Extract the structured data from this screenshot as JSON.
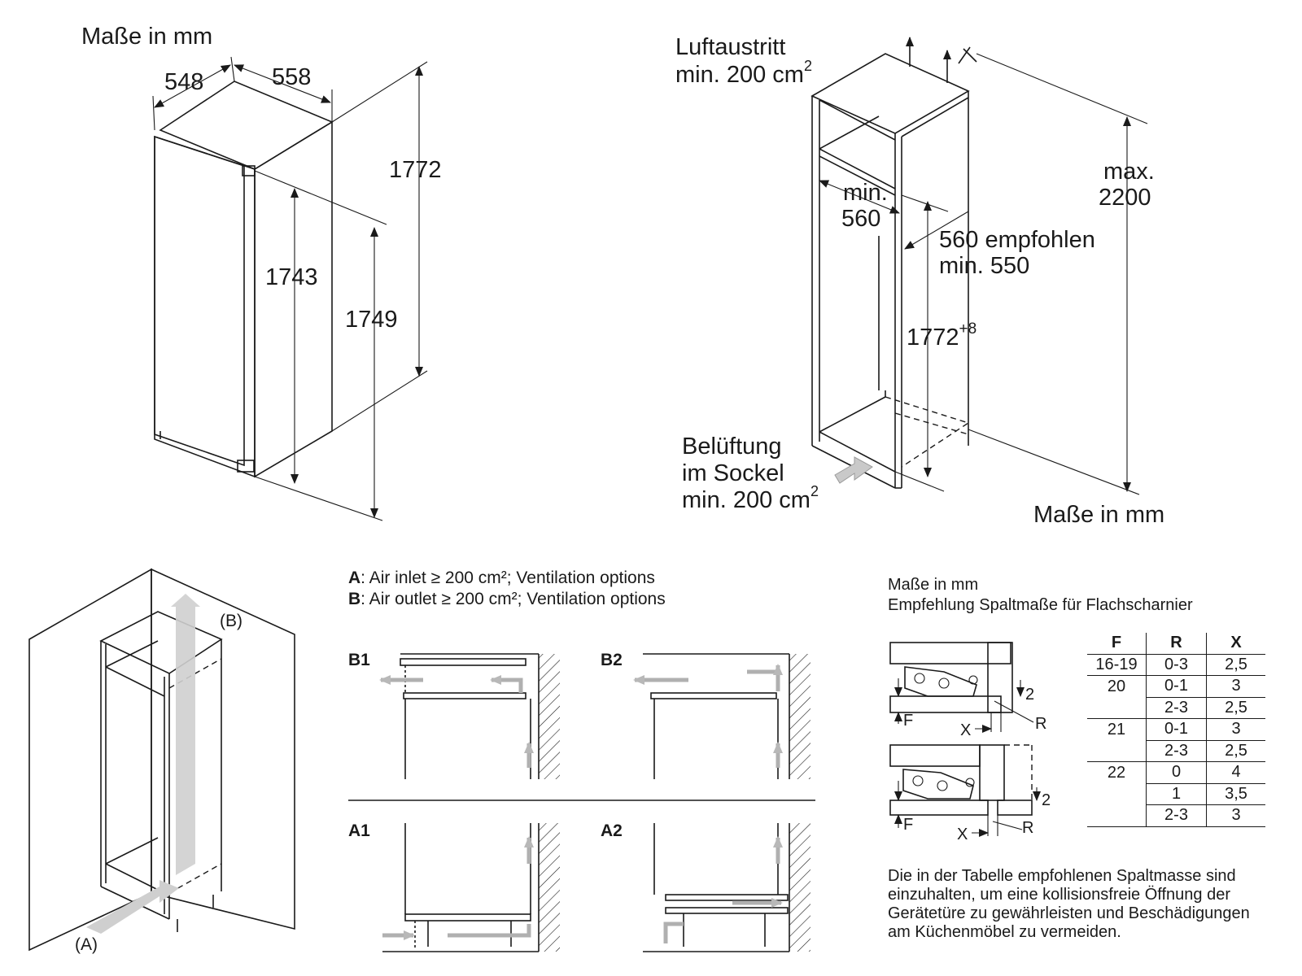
{
  "top_left": {
    "heading": "Maße in mm",
    "dims": {
      "depth": "548",
      "width": "558",
      "total_height": "1772",
      "door_height": "1743",
      "body_height": "1749"
    }
  },
  "top_right": {
    "air_out_line1": "Luftaustritt",
    "air_out_line2": "min. 200 cm",
    "air_out_sup": "2",
    "max_label": "max.",
    "max_value": "2200",
    "min_label": "min.",
    "min_value": "560",
    "rec_line1": "560 empfohlen",
    "rec_line2": "min. 550",
    "niche_height": "1772",
    "niche_tol": "+8",
    "vent_line1": "Belüftung",
    "vent_line2": "im Sockel",
    "vent_line3": "min. 200 cm",
    "vent_sup": "2",
    "footer": "Maße in mm"
  },
  "legend": {
    "a_key": "A",
    "a_text": ": Air inlet ≥ 200 cm²; Ventilation options",
    "b_key": "B",
    "b_text": ": Air outlet ≥ 200 cm²; Ventilation options"
  },
  "iso_labels": {
    "b": "(B)",
    "a": "(A)"
  },
  "panels": {
    "b1": "B1",
    "b2": "B2",
    "a1": "A1",
    "a2": "A2"
  },
  "gap_section": {
    "line1": "Maße in mm",
    "line2": "Empfehlung Spaltmaße für Flachscharnier",
    "hinge_labels": {
      "f": "F",
      "x": "X",
      "r": "R",
      "two": "2"
    },
    "table": {
      "headers": [
        "F",
        "R",
        "X"
      ],
      "rows": [
        [
          "16-19",
          "0-3",
          "2,5"
        ],
        [
          "20",
          "0-1",
          "3"
        ],
        [
          "",
          "2-3",
          "2,5"
        ],
        [
          "21",
          "0-1",
          "3"
        ],
        [
          "",
          "2-3",
          "2,5"
        ],
        [
          "22",
          "0",
          "4"
        ],
        [
          "",
          "1",
          "3,5"
        ],
        [
          "",
          "2-3",
          "3"
        ]
      ]
    },
    "note": "Die in der Tabelle empfohlenen Spaltmasse sind einzuhalten, um eine kollisionsfreie Öffnung der Gerätetüre zu gewährleisten und Beschädigungen am Küchenmöbel zu vermeiden."
  }
}
